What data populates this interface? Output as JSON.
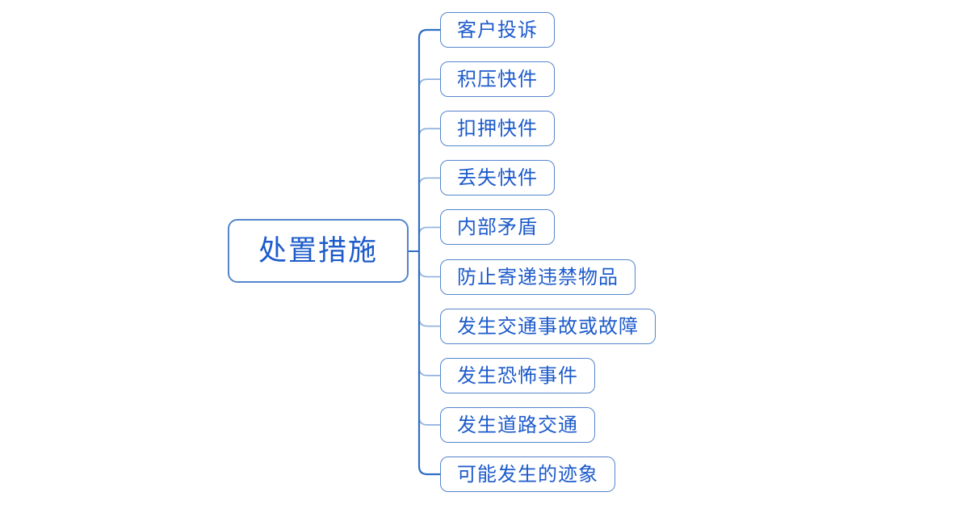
{
  "diagram": {
    "type": "mindmap",
    "root": {
      "label": "处置措施"
    },
    "children": [
      {
        "label": "客户投诉"
      },
      {
        "label": "积压快件"
      },
      {
        "label": "扣押快件"
      },
      {
        "label": "丢失快件"
      },
      {
        "label": "内部矛盾"
      },
      {
        "label": "防止寄递违禁物品"
      },
      {
        "label": "发生交通事故或故障"
      },
      {
        "label": "发生恐怖事件"
      },
      {
        "label": "发生道路交通"
      },
      {
        "label": "可能发生的迹象"
      }
    ],
    "colors": {
      "background": "#ffffff",
      "node_border": "#5585cc",
      "node_text": "#1d5bcb",
      "connector_branch": "#8fb1de",
      "connector_rail": "#2f6ec5"
    }
  }
}
